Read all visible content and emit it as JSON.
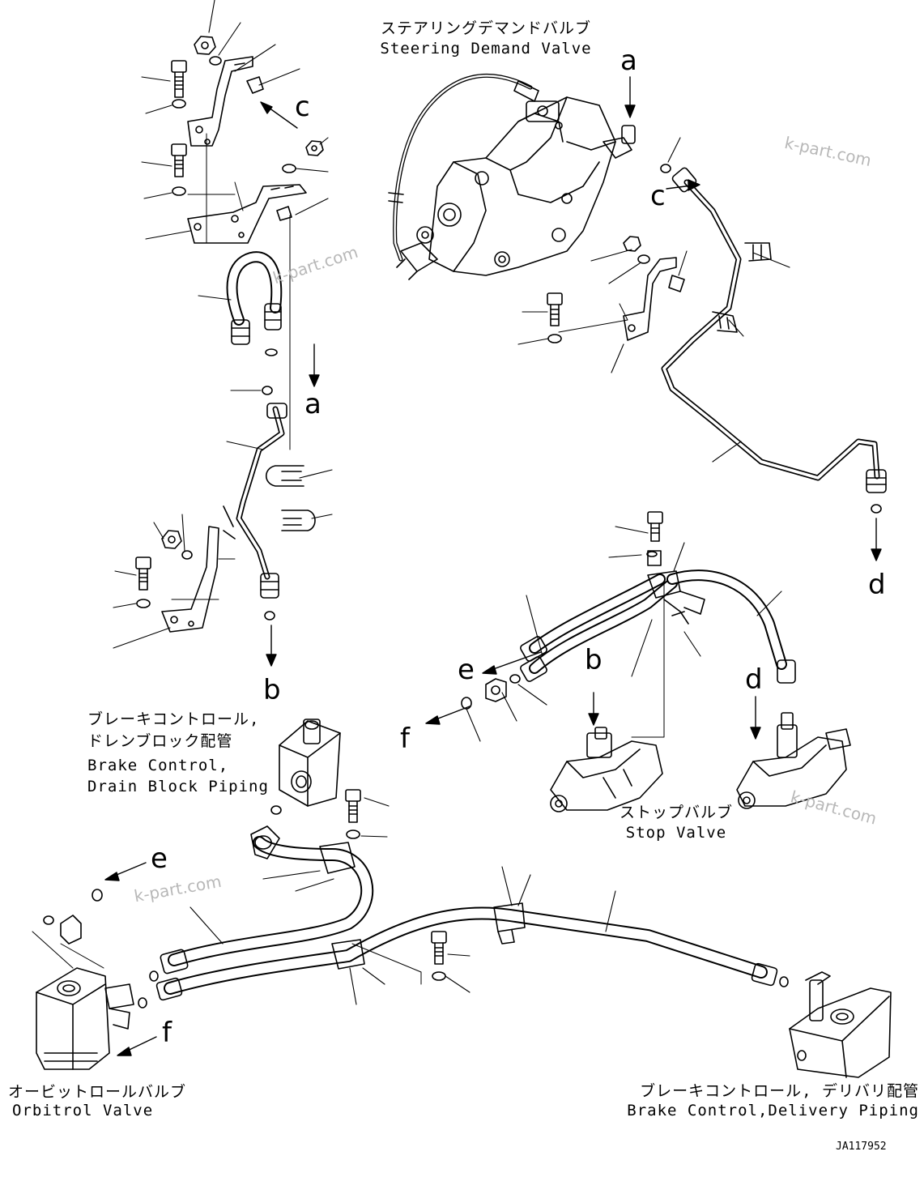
{
  "components": {
    "steering_demand_valve": {
      "jp": "ステアリングデマンドバルブ",
      "en": "Steering Demand Valve"
    },
    "brake_drain": {
      "jp1": "ブレーキコントロール,",
      "jp2": "ドレンブロック配管",
      "en1": "Brake Control,",
      "en2": "Drain Block Piping"
    },
    "stop_valve": {
      "jp": "ストップバルブ",
      "en": "Stop Valve"
    },
    "orbitrol_valve": {
      "jp": "オービットロールバルブ",
      "en": "Orbitrol Valve"
    },
    "brake_delivery": {
      "jp": "ブレーキコントロール, デリバリ配管",
      "en": "Brake Control,Delivery Piping"
    }
  },
  "ref_letters": {
    "a1": "a",
    "a2": "a",
    "b1": "b",
    "b2": "b",
    "c1": "c",
    "c2": "c",
    "d1": "d",
    "d2": "d",
    "e1": "e",
    "e2": "e",
    "f1": "f",
    "f2": "f"
  },
  "watermark": "k-part.com",
  "drawing_code": "JA117952"
}
